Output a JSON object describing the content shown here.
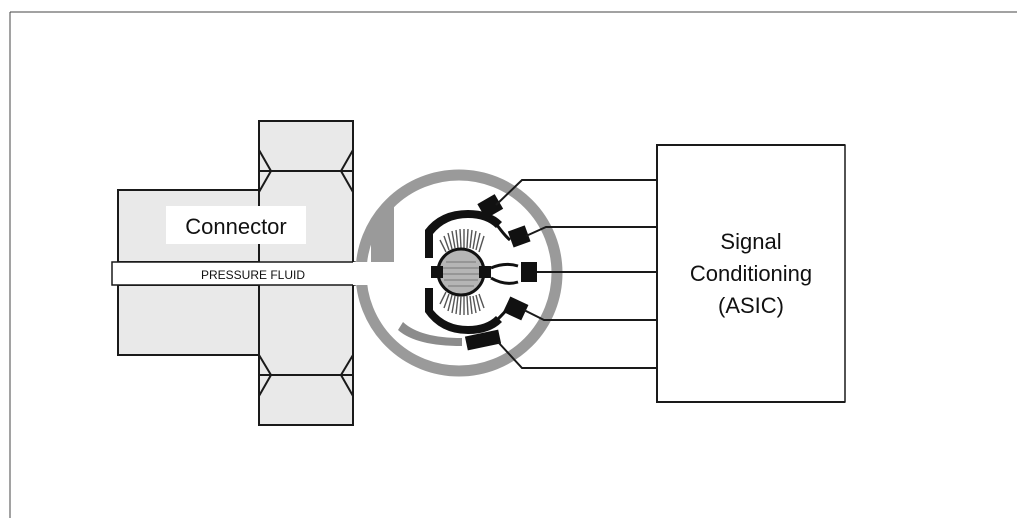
{
  "connector": {
    "label": "Connector"
  },
  "fluid_channel": {
    "label": "PRESSURE FLUID"
  },
  "asic": {
    "lines": [
      "Signal",
      "Conditioning",
      "(ASIC)"
    ]
  },
  "colors": {
    "outline": "#1a1a1a",
    "connector_fill": "#e9e9e9",
    "label_box": "#ffffff",
    "ring": "#9a9a9a",
    "sensor_pad": "#111111",
    "gauge_strip": "#8c8c8c",
    "background": "#ffffff"
  },
  "icons": {
    "sensor_element": "strain-gauge-sensor-icon"
  }
}
